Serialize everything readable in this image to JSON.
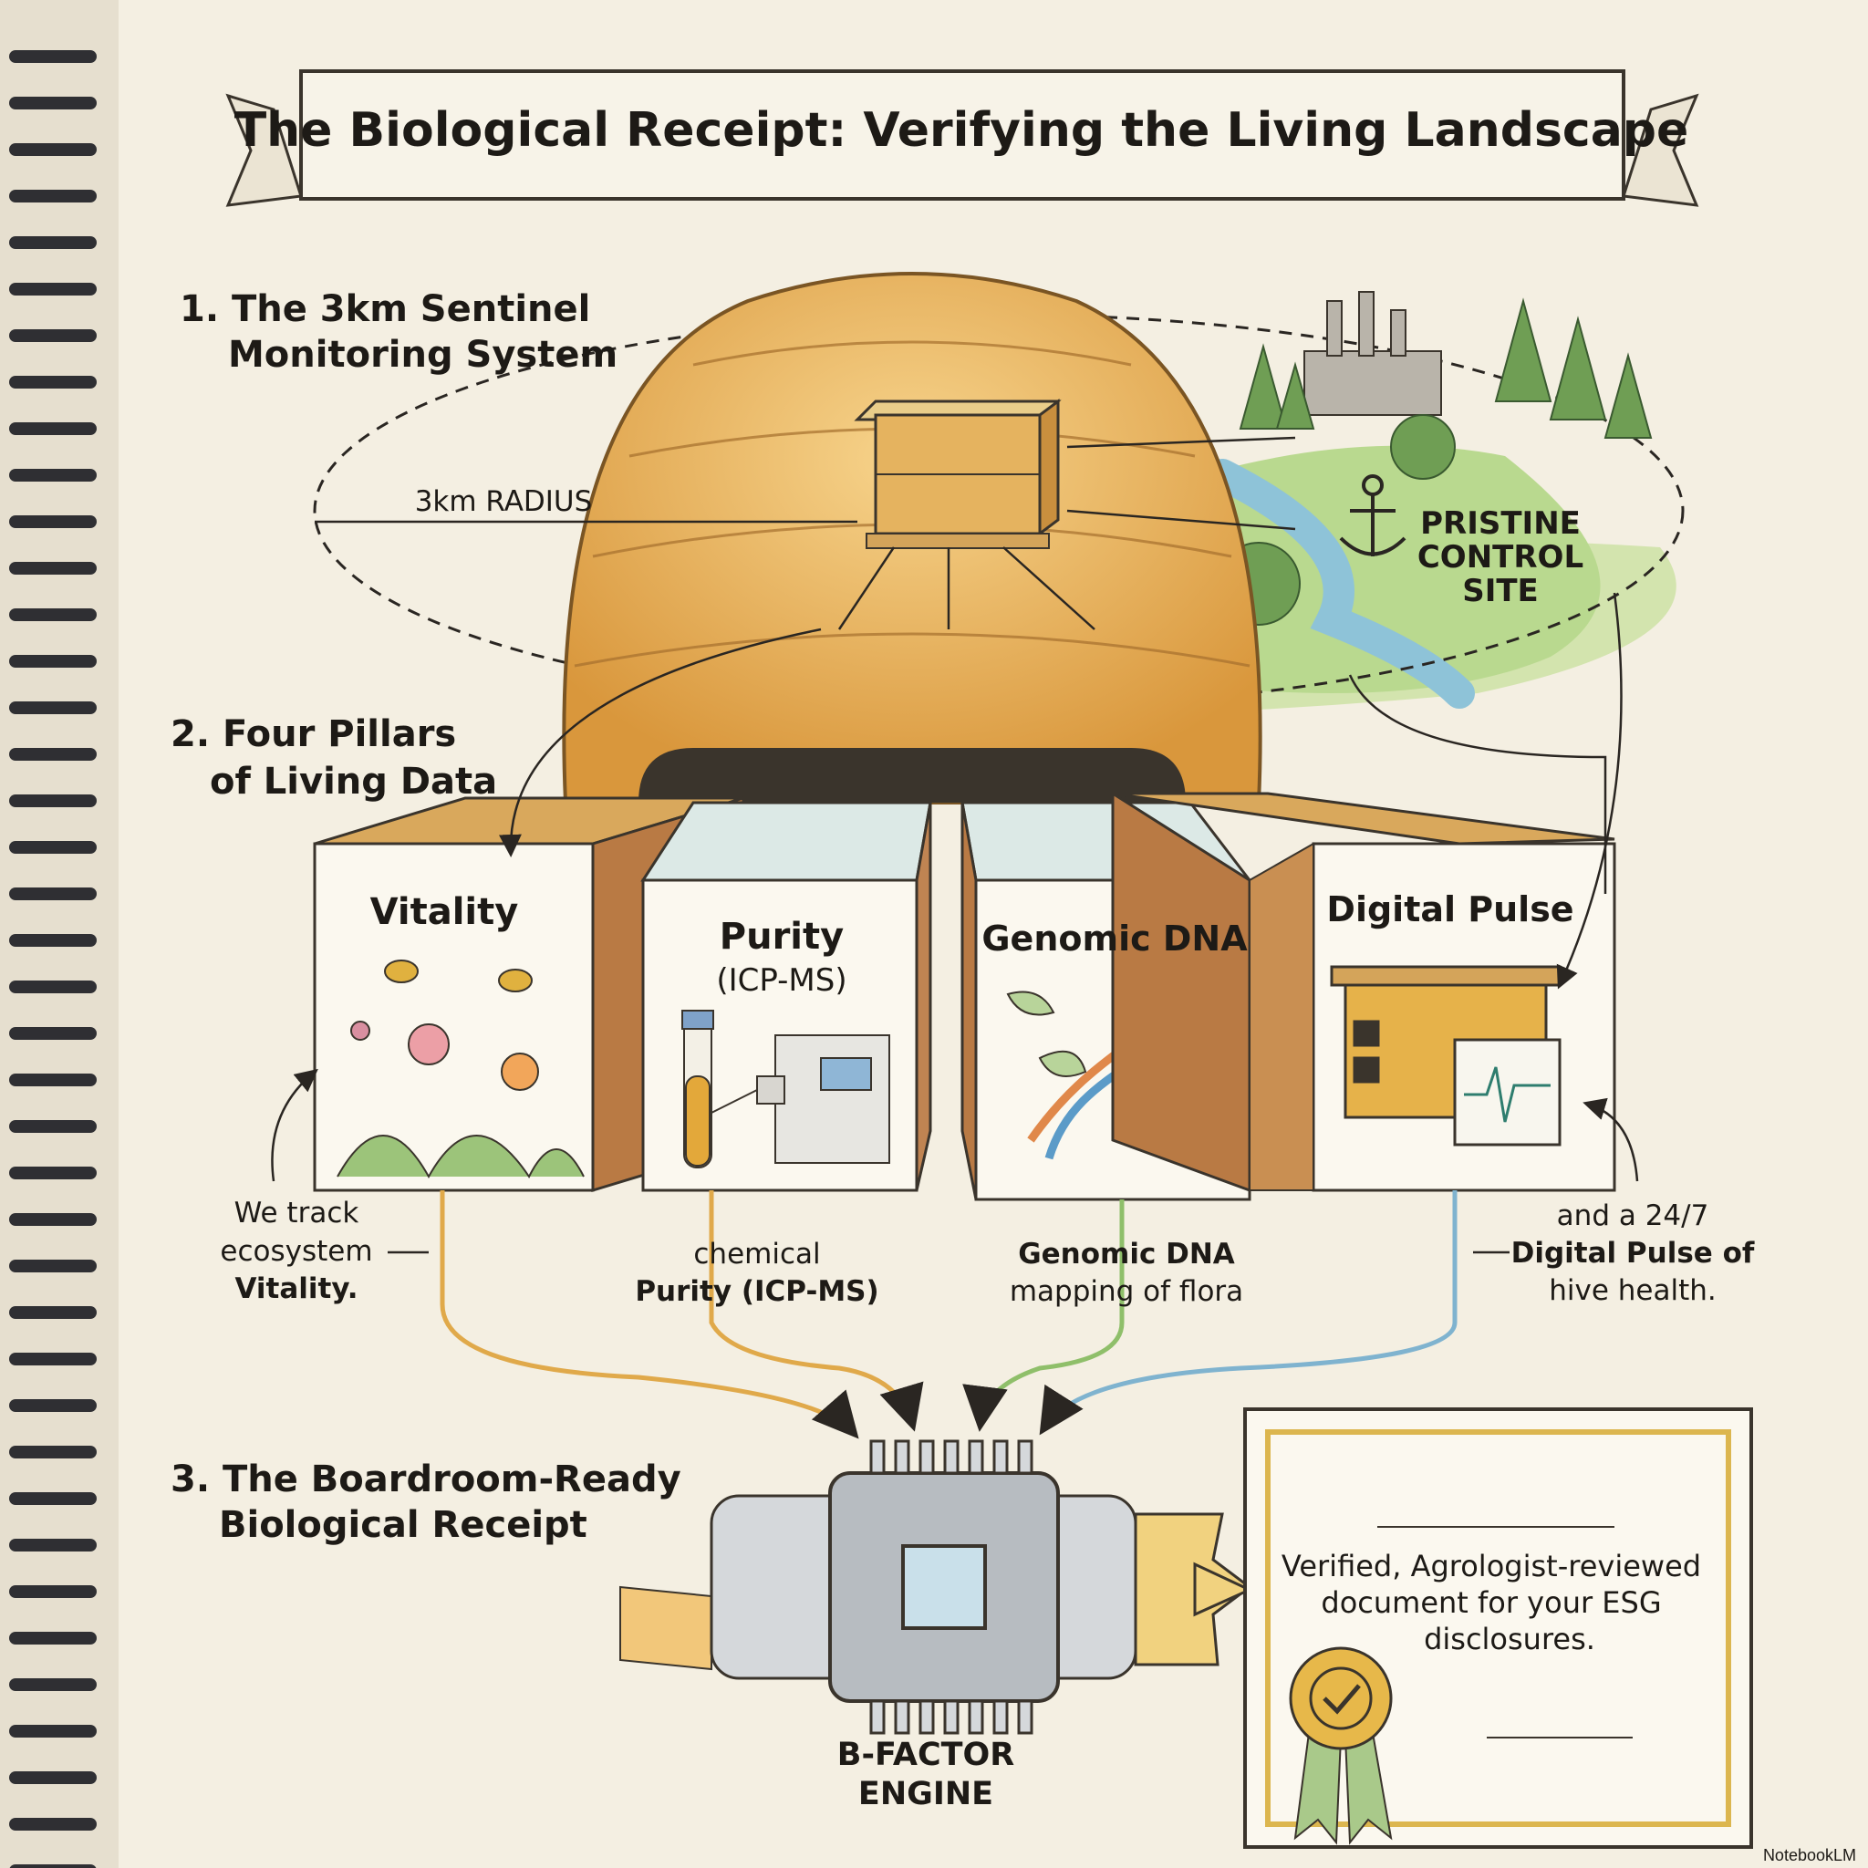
{
  "title": "The Biological Receipt: Verifying the Living Landscape",
  "sections": {
    "s1": [
      "1. The 3km Sentinel",
      "Monitoring System"
    ],
    "s2": [
      "2. Four Pillars",
      "of Living Data"
    ],
    "s3": [
      "3. The Boardroom-Ready",
      "Biological Receipt"
    ]
  },
  "map": {
    "radius_label": "3km RADIUS",
    "control_site": [
      "PRISTINE",
      "CONTROL",
      "SITE"
    ],
    "anchor_icon": "anchor-icon"
  },
  "pillars": [
    {
      "name": "Vitality",
      "sub": ""
    },
    {
      "name": "Purity",
      "sub": "(ICP-MS)"
    },
    {
      "name": "Genomic DNA",
      "sub": ""
    },
    {
      "name": "Digital Pulse",
      "sub": ""
    }
  ],
  "captions": {
    "vitality": [
      "We track",
      "ecosystem",
      "Vitality."
    ],
    "purity": [
      "chemical",
      "Purity (ICP-MS)"
    ],
    "genomic": [
      "Genomic DNA",
      "mapping of flora"
    ],
    "pulse": [
      "and a 24/7",
      "Digital Pulse of",
      "hive health."
    ]
  },
  "engine": [
    "B-FACTOR",
    "ENGINE"
  ],
  "certificate": [
    "Verified, Agrologist-reviewed",
    "document for your ESG",
    "disclosures."
  ],
  "watermark": "NotebookLM",
  "colors": {
    "paper": "#f4efe2",
    "honey": "#e9b863",
    "amber": "#d99a3a",
    "leaf": "#8fbf6a",
    "water": "#8ec3d8",
    "ink": "#1d1a16"
  }
}
